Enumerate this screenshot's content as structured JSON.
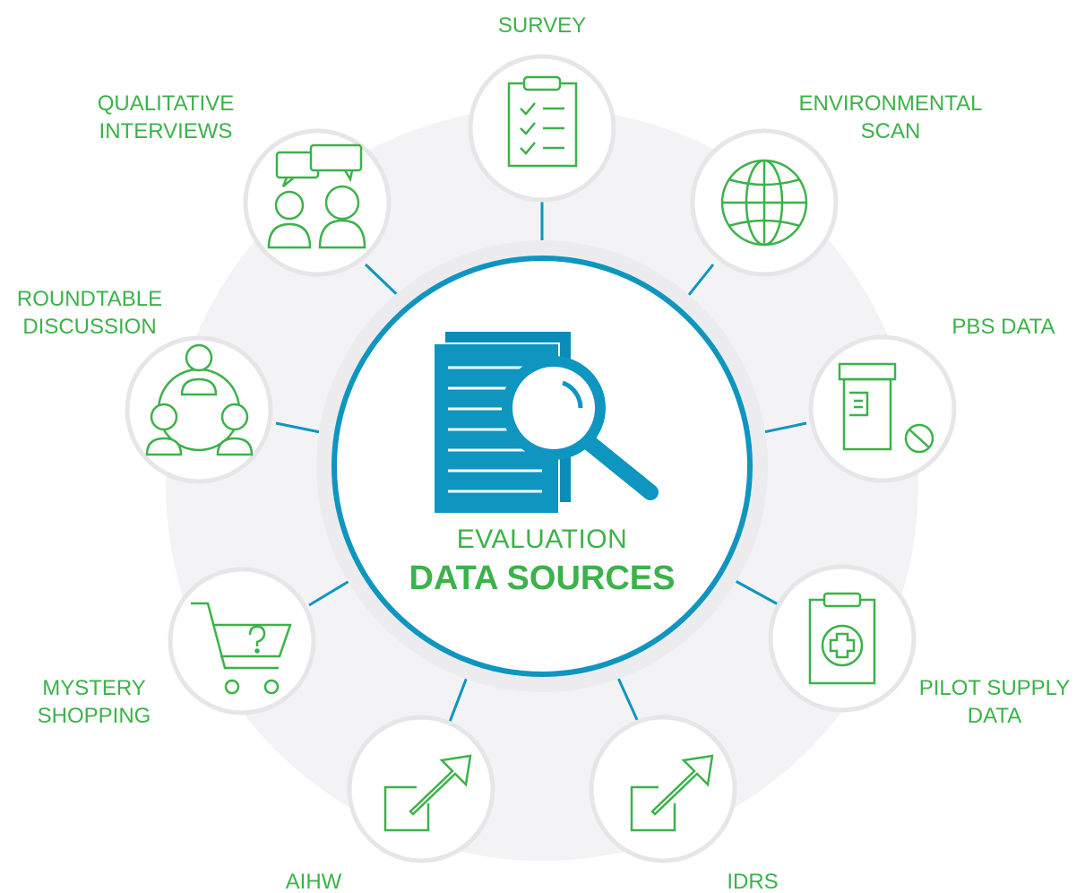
{
  "center": {
    "line1": "EVALUATION",
    "line2": "DATA SOURCES"
  },
  "colors": {
    "green": "#3cb24a",
    "blue": "#0e95c0",
    "ring": "#f1f1f3",
    "node_border": "#e6e6e8"
  },
  "sources": [
    {
      "id": "survey",
      "lines": [
        "SURVEY"
      ],
      "icon": "clipboard-checklist-icon"
    },
    {
      "id": "environmental-scan",
      "lines": [
        "ENVIRONMENTAL",
        "SCAN"
      ],
      "icon": "globe-icon"
    },
    {
      "id": "pbs-data",
      "lines": [
        "PBS DATA"
      ],
      "icon": "pill-bottle-icon"
    },
    {
      "id": "pilot-supply-data",
      "lines": [
        "PILOT SUPPLY",
        "DATA"
      ],
      "icon": "medical-clipboard-icon"
    },
    {
      "id": "idrs",
      "lines": [
        "IDRS"
      ],
      "icon": "external-link-icon"
    },
    {
      "id": "aihw",
      "lines": [
        "AIHW"
      ],
      "icon": "external-link-icon"
    },
    {
      "id": "mystery-shopping",
      "lines": [
        "MYSTERY",
        "SHOPPING"
      ],
      "icon": "shopping-cart-question-icon"
    },
    {
      "id": "roundtable-discussion",
      "lines": [
        "ROUNDTABLE",
        "DISCUSSION"
      ],
      "icon": "group-network-icon"
    },
    {
      "id": "qualitative-interviews",
      "lines": [
        "QUALITATIVE",
        "INTERVIEWS"
      ],
      "icon": "two-people-speech-icon"
    }
  ]
}
